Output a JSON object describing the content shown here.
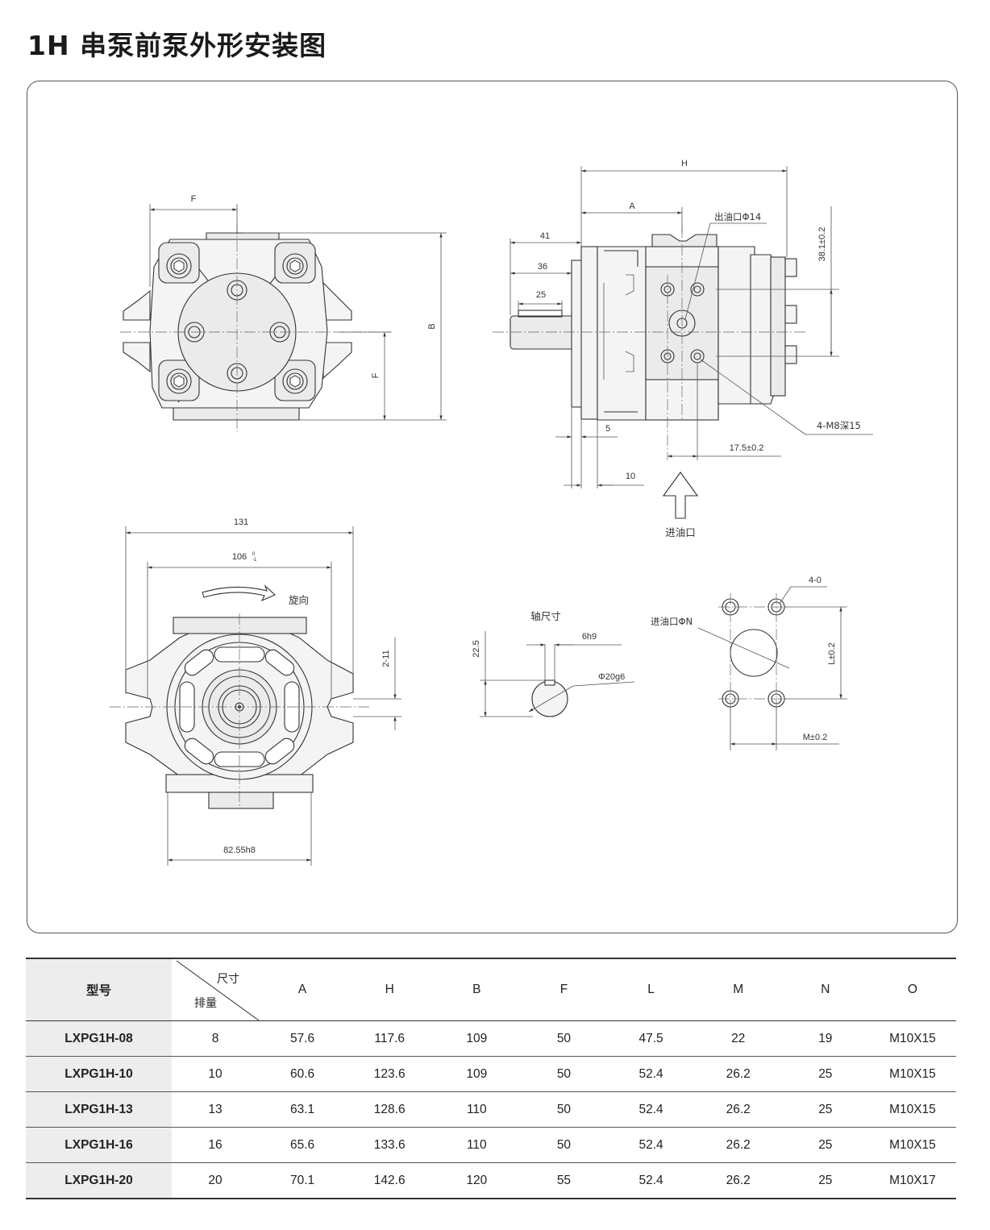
{
  "title": "1H 串泵前泵外形安装图",
  "drawing": {
    "labels": {
      "F": "F",
      "B": "B",
      "H": "H",
      "A": "A",
      "outlet": "出油口Φ14",
      "d41": "41",
      "d36": "36",
      "d25": "25",
      "d38": "38.1±0.2",
      "thread": "4-M8深15",
      "d17": "17.5±0.2",
      "d5": "5",
      "d10": "10",
      "inlet": "进油口",
      "d131": "131",
      "d106": "106",
      "rotation": "旋向",
      "d211": "2-11",
      "d82": "82.55h8",
      "shaft_title": "轴尺寸",
      "d225": "22.5",
      "d6h9": "6h9",
      "d20g6": "Φ20g6",
      "d40": "4-0",
      "inlet_n": "进油口ΦN",
      "dL": "L±0.2",
      "dM": "M±0.2"
    }
  },
  "table": {
    "header_model": "型号",
    "diag_top": "尺寸",
    "diag_bottom": "排量",
    "columns": [
      "A",
      "H",
      "B",
      "F",
      "L",
      "M",
      "N",
      "O"
    ],
    "rows": [
      {
        "model": "LXPG1H-08",
        "disp": "8",
        "v": [
          "57.6",
          "117.6",
          "109",
          "50",
          "47.5",
          "22",
          "19",
          "M10X15"
        ]
      },
      {
        "model": "LXPG1H-10",
        "disp": "10",
        "v": [
          "60.6",
          "123.6",
          "109",
          "50",
          "52.4",
          "26.2",
          "25",
          "M10X15"
        ]
      },
      {
        "model": "LXPG1H-13",
        "disp": "13",
        "v": [
          "63.1",
          "128.6",
          "110",
          "50",
          "52.4",
          "26.2",
          "25",
          "M10X15"
        ]
      },
      {
        "model": "LXPG1H-16",
        "disp": "16",
        "v": [
          "65.6",
          "133.6",
          "110",
          "50",
          "52.4",
          "26.2",
          "25",
          "M10X15"
        ]
      },
      {
        "model": "LXPG1H-20",
        "disp": "20",
        "v": [
          "70.1",
          "142.6",
          "120",
          "55",
          "52.4",
          "26.2",
          "25",
          "M10X17"
        ]
      }
    ]
  }
}
